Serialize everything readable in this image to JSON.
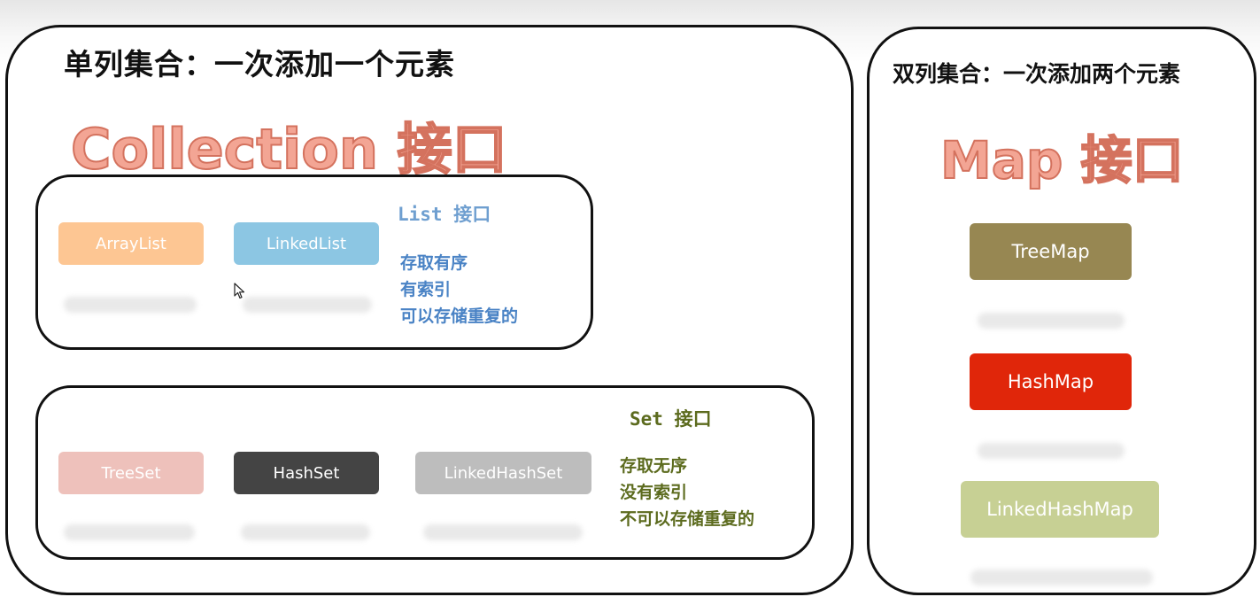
{
  "single_column": {
    "heading": "单列集合：一次添加一个元素",
    "title": "Collection 接口",
    "list_interface": {
      "label": "List 接口",
      "implementations": [
        {
          "name": "ArrayList",
          "color": "#fdc693"
        },
        {
          "name": "LinkedList",
          "color": "#8cc6e3"
        }
      ],
      "notes": [
        "存取有序",
        "有索引",
        "可以存储重复的"
      ]
    },
    "set_interface": {
      "label": "Set 接口",
      "implementations": [
        {
          "name": "TreeSet",
          "color": "#eec1bb"
        },
        {
          "name": "HashSet",
          "color": "#444444"
        },
        {
          "name": "LinkedHashSet",
          "color": "#bdbdbd"
        }
      ],
      "notes": [
        "存取无序",
        "没有索引",
        "不可以存储重复的"
      ]
    }
  },
  "double_column": {
    "heading": "双列集合：一次添加两个元素",
    "title": "Map 接口",
    "implementations": [
      {
        "name": "TreeMap",
        "color": "#978752"
      },
      {
        "name": "HashMap",
        "color": "#e0260a"
      },
      {
        "name": "LinkedHashMap",
        "color": "#c7d094"
      }
    ]
  },
  "icons": {
    "cursor": "mouse-pointer-icon"
  }
}
